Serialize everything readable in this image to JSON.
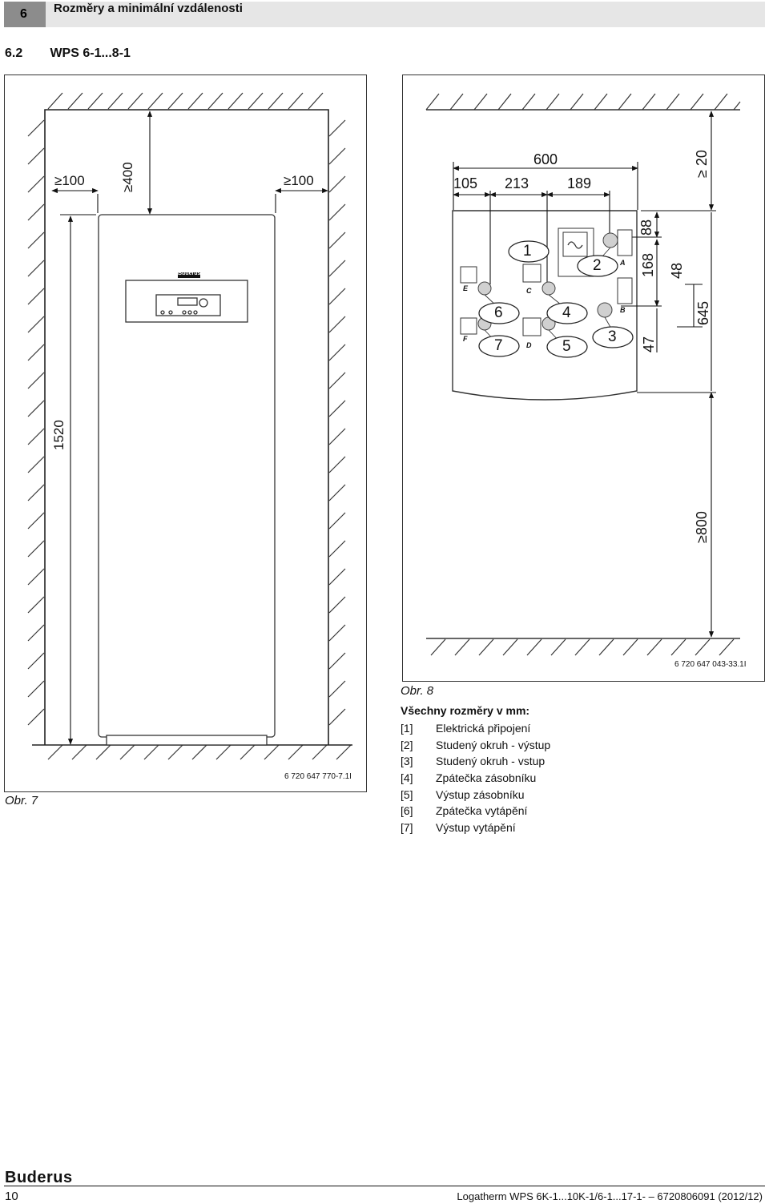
{
  "header": {
    "chapter_number": "6",
    "chapter_title": "Rozměry a minimální vzdálenosti"
  },
  "section": {
    "number": "6.2",
    "title": "WPS 6-1...8-1"
  },
  "figure7": {
    "caption": "Obr. 7",
    "code": "6 720 647 770-7.1I",
    "dims": {
      "left_gap": "≥100",
      "top_gap": "≥400",
      "right_gap": "≥100",
      "height": "1520"
    },
    "panel_logo": "Buderus"
  },
  "figure8": {
    "caption": "Obr. 8",
    "code": "6 720 647 043-33.1I",
    "dims": {
      "total_width": "600",
      "w1": "105",
      "w2": "213",
      "w3": "189",
      "top_gap": "≥ 20",
      "d88": "88",
      "d168": "168",
      "d48": "48",
      "d645": "645",
      "d47": "47",
      "front_gap": "≥800"
    },
    "callouts": [
      "1",
      "2",
      "3",
      "4",
      "5",
      "6",
      "7"
    ],
    "letters": [
      "A",
      "B",
      "C",
      "D",
      "E",
      "F"
    ]
  },
  "legend": {
    "title": "Všechny rozměry v mm:",
    "items": [
      {
        "num": "[1]",
        "label": "Elektrická připojení"
      },
      {
        "num": "[2]",
        "label": "Studený okruh - výstup"
      },
      {
        "num": "[3]",
        "label": "Studený okruh - vstup"
      },
      {
        "num": "[4]",
        "label": "Zpátečka zásobníku"
      },
      {
        "num": "[5]",
        "label": "Výstup zásobníku"
      },
      {
        "num": "[6]",
        "label": "Zpátečka vytápění"
      },
      {
        "num": "[7]",
        "label": "Výstup vytápění"
      }
    ]
  },
  "footer": {
    "logo": "Buderus",
    "page": "10",
    "doc_ref": "Logatherm WPS 6K-1...10K-1/6-1...17-1- – 6720806091 (2012/12)"
  }
}
